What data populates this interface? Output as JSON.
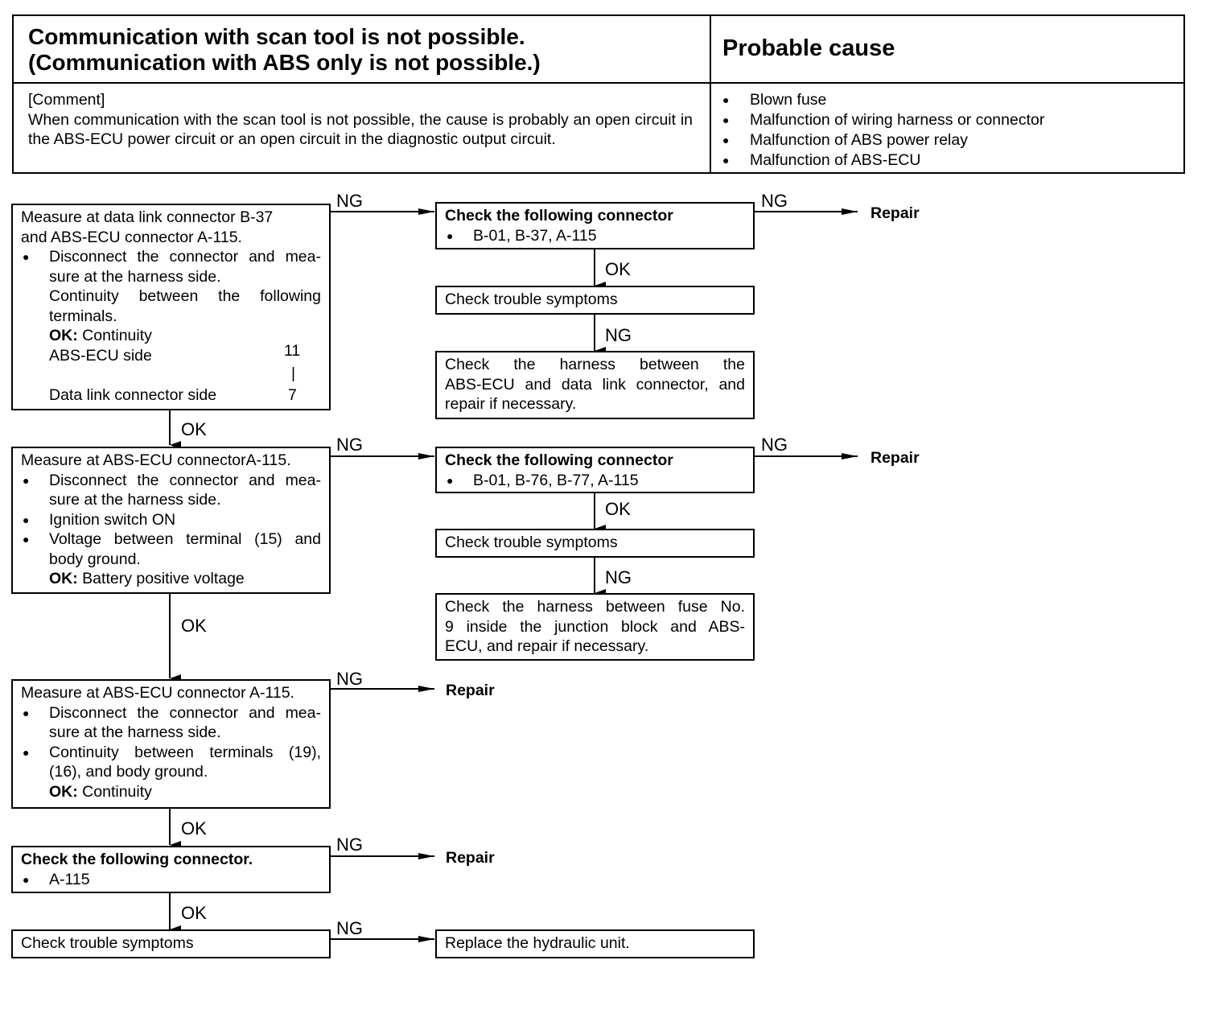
{
  "header": {
    "title_line1": "Communication with scan tool is not possible.",
    "title_line2": "(Communication with ABS only is not possible.)",
    "cause_title": "Probable cause",
    "comment_label": "[Comment]",
    "comment_text": "When communication with the scan tool is not possible, the cause is probably an open circuit in the ABS-ECU power circuit or an open circuit in the diagnostic output circuit.",
    "causes": [
      "Blown fuse",
      "Malfunction of wiring harness or connector",
      "Malfunction of ABS power relay",
      "Malfunction of ABS-ECU"
    ]
  },
  "flow": {
    "step1": {
      "line1": "Measure at data link connector B-37",
      "line2": "and ABS-ECU connector A-115.",
      "bullet1a": "Disconnect the connector and mea-",
      "bullet1b": "sure at the harness side.",
      "cont1": "Continuity between the following",
      "cont2": "terminals.",
      "ok_label": "OK:",
      "ok_value": "Continuity",
      "side1": "ABS-ECU side",
      "term1": "11",
      "dash": "|",
      "side2": "Data link connector side",
      "term2": "7"
    },
    "step1_ng": {
      "title": "Check the following connector",
      "item": "B-01, B-37, A-115"
    },
    "step1_ng_symptoms": "Check trouble symptoms",
    "step1_ng_harness": {
      "l1": "Check the harness between the",
      "l2": "ABS-ECU and data link connector, and",
      "l3": "repair if necessary."
    },
    "step2": {
      "line1": "Measure at ABS-ECU connectorA-115.",
      "bullet1a": "Disconnect the connector and mea-",
      "bullet1b": "sure at the harness side.",
      "bullet2": "Ignition switch ON",
      "bullet3a": "Voltage between terminal (15) and",
      "bullet3b": "body ground.",
      "ok_label": "OK:",
      "ok_value": "Battery positive voltage"
    },
    "step2_ng": {
      "title": "Check the following connector",
      "item": "B-01, B-76, B-77, A-115"
    },
    "step2_ng_symptoms": "Check trouble symptoms",
    "step2_ng_harness": {
      "l1": "Check the harness between fuse No.",
      "l2": "9 inside the junction block and ABS-",
      "l3": "ECU, and repair if necessary."
    },
    "step3": {
      "line1": "Measure at ABS-ECU connector A-115.",
      "bullet1a": "Disconnect the connector and mea-",
      "bullet1b": "sure at the harness side.",
      "bullet2a": "Continuity between terminals (19),",
      "bullet2b": "(16), and body ground.",
      "ok_label": "OK:",
      "ok_value": "Continuity"
    },
    "step4": {
      "title": "Check the following connector.",
      "item": "A-115"
    },
    "step5": "Check trouble symptoms",
    "step5_ng": "Replace the hydraulic unit.",
    "labels": {
      "ng": "NG",
      "ok": "OK",
      "repair": "Repair"
    }
  }
}
